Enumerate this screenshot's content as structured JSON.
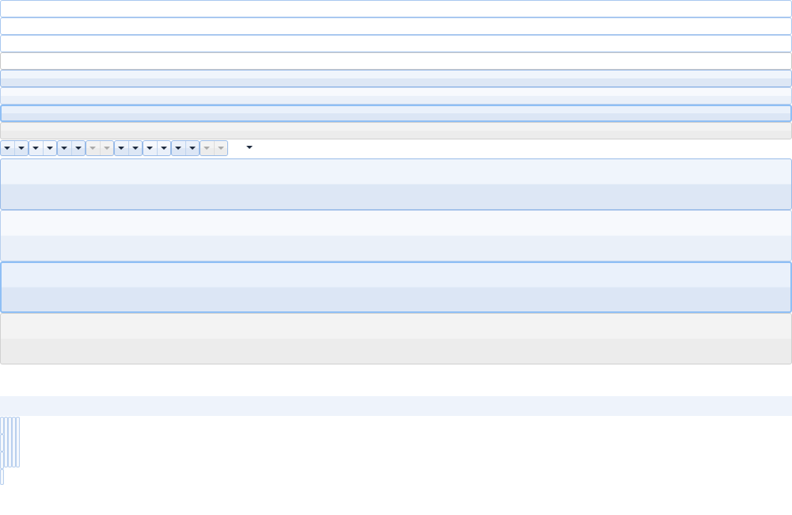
{
  "small_buttons": [
    "normal",
    "normal",
    "normal",
    "plain",
    "over",
    "light",
    "focus",
    "disabled"
  ],
  "split_buttons": [
    {
      "state": "over",
      "icon": "chevron-down-icon"
    },
    {
      "state": "light",
      "icon": "chevron-down-icon"
    },
    {
      "state": "focus",
      "icon": "chevron-down-icon"
    },
    {
      "state": "disabled",
      "icon": "chevron-down-icon"
    },
    {
      "state": "over",
      "icon": "chevron-down-icon"
    },
    {
      "state": "light",
      "icon": "chevron-down-icon"
    },
    {
      "state": "focus",
      "icon": "chevron-down-icon"
    },
    {
      "state": "disabled",
      "icon": "chevron-down-icon"
    }
  ],
  "large_buttons": [
    "over",
    "light",
    "focus",
    "disabled"
  ],
  "colors": {
    "border": "#99bbe8",
    "focus": "#8fbff5",
    "band": "#eef3fb"
  }
}
